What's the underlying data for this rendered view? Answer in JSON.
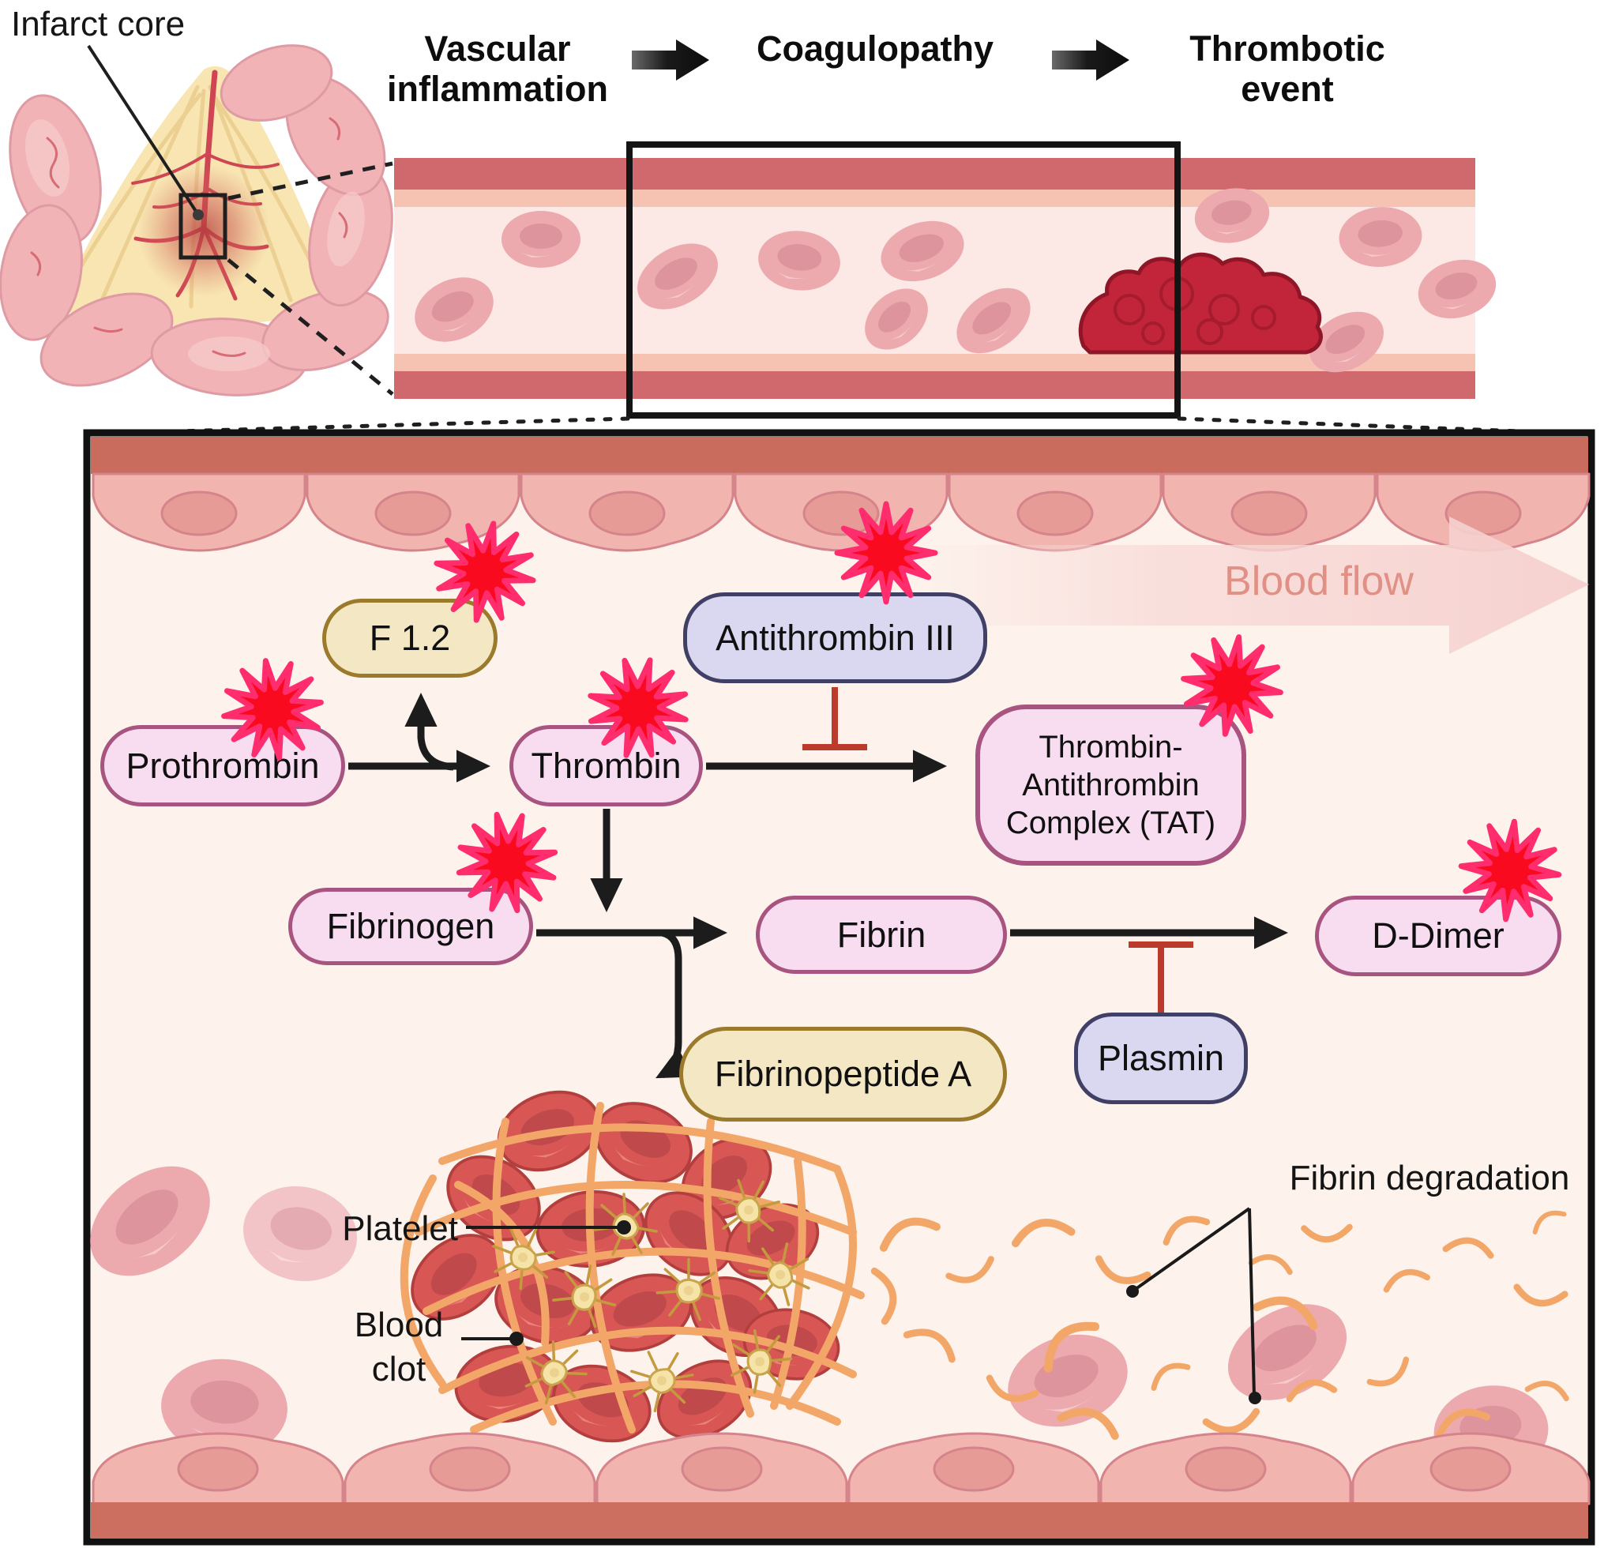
{
  "header": {
    "infarct_label": "Infarct core",
    "steps": [
      {
        "label": "Vascular inflammation"
      },
      {
        "label": "Coagulopathy"
      },
      {
        "label": "Thrombotic event"
      }
    ]
  },
  "panel": {
    "blood_flow": "Blood flow",
    "nodes": {
      "f12": "F 1.2",
      "prothrombin": "Prothrombin",
      "thrombin": "Thrombin",
      "antithrombin": "Antithrombin III",
      "tat": "Thrombin-\nAntithrombin\nComplex (TAT)",
      "fibrinogen": "Fibrinogen",
      "fibrin": "Fibrin",
      "ddimer": "D-Dimer",
      "fibrinopeptide": "Fibrinopeptide A",
      "plasmin": "Plasmin"
    },
    "labels": {
      "platelet": "Platelet",
      "blood_clot": "Blood\nclot",
      "fibrin_degradation": "Fibrin degradation"
    }
  },
  "colors": {
    "accent_red_burst": "#fa0a1e",
    "burst_outline": "#ff2d6e",
    "node_pink_bg": "#f8ddf1",
    "node_pink_border": "#a85480",
    "node_tan_bg": "#f4e7c3",
    "node_tan_border": "#9c7a2b",
    "node_lavender_bg": "#dad8f0",
    "node_lavender_border": "#403f66",
    "inhibit_red": "#bb3a29",
    "arrow_black": "#1c1c1c",
    "vessel_wall": "#d0696d",
    "vessel_inner": "#f6c3b3",
    "vessel_lumen": "#fce8e5",
    "panel_bg": "#fdf2ec",
    "panel_wall_bar": "#c96b5d",
    "endothelium": "#f2b4af",
    "endothelium_border": "#d4848a",
    "rbc": "#ecaaaf",
    "clot_red": "#c2243a",
    "clot_cell": "#d85654",
    "fibrin_orange": "#f2a768",
    "platelet_yellow": "#f6e3a8",
    "blood_flow_text": "#e09084",
    "blood_flow_arrow": "#f8d9d7"
  }
}
